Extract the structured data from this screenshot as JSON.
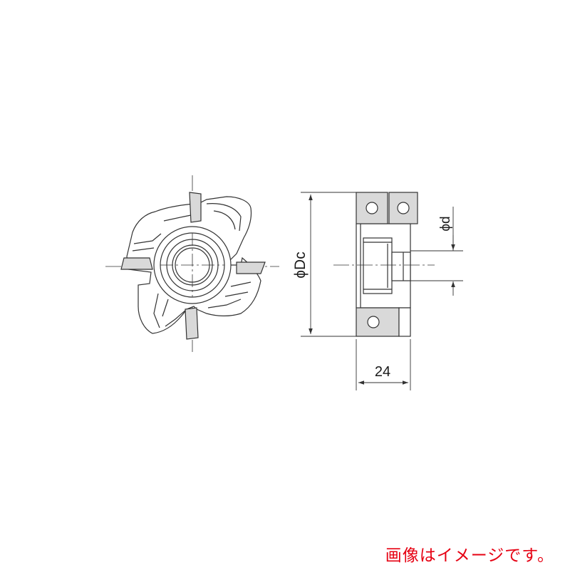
{
  "labels": {
    "outer_diameter": "ϕDc",
    "bore_diameter": "ϕd",
    "width": "24"
  },
  "caption": "画像はイメージです。",
  "colors": {
    "line": "#333333",
    "insert": "#d9d9d9",
    "caption": "#e60012"
  }
}
